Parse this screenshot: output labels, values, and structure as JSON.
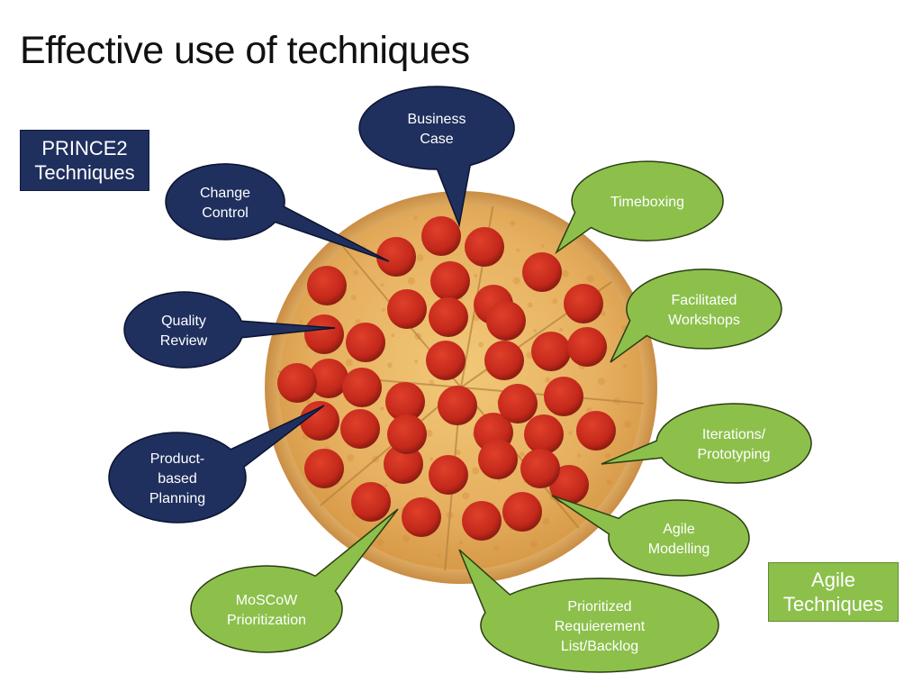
{
  "slide": {
    "title": "Effective use of techniques"
  },
  "legend": {
    "prince2": [
      "PRINCE2",
      "Techniques"
    ],
    "agile": [
      "Agile",
      "Techniques"
    ]
  },
  "colors": {
    "prince2_fill": "#1f2f5e",
    "prince2_stroke": "#0b1430",
    "agile_fill": "#8cc04b",
    "agile_stroke": "#2c3d12",
    "text_on_bubble": "#ffffff"
  },
  "bubbles": [
    {
      "group": "prince2",
      "lines": [
        "Business",
        "Case"
      ]
    },
    {
      "group": "prince2",
      "lines": [
        "Change",
        "Control"
      ]
    },
    {
      "group": "prince2",
      "lines": [
        "Quality",
        "Review"
      ]
    },
    {
      "group": "prince2",
      "lines": [
        "Product-",
        "based",
        "Planning"
      ]
    },
    {
      "group": "agile",
      "lines": [
        "Timeboxing"
      ]
    },
    {
      "group": "agile",
      "lines": [
        "Facilitated",
        "Workshops"
      ]
    },
    {
      "group": "agile",
      "lines": [
        "Iterations/",
        "Prototyping"
      ]
    },
    {
      "group": "agile",
      "lines": [
        "Agile",
        "Modelling"
      ]
    },
    {
      "group": "agile",
      "lines": [
        "MoSCoW",
        "Prioritization"
      ]
    },
    {
      "group": "agile",
      "lines": [
        "Prioritized",
        "Requierement",
        "List/Backlog"
      ]
    }
  ]
}
